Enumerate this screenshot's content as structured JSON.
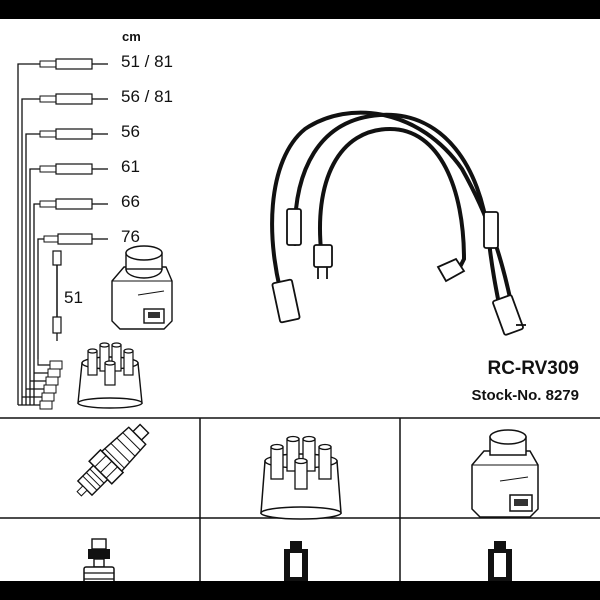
{
  "unit_label": "cm",
  "cables": [
    {
      "label": "51 / 81"
    },
    {
      "label": "56 / 81"
    },
    {
      "label": "56"
    },
    {
      "label": "61"
    },
    {
      "label": "66"
    },
    {
      "label": "76"
    }
  ],
  "vertical_cable_label": "51",
  "product_code": "RC-RV309",
  "stock_number": "Stock-No. 8279",
  "icons": [
    "spark-plug-icon",
    "distributor-cap-icon",
    "ignition-coil-icon",
    "plug-boot-icon",
    "cap-terminal-icon",
    "coil-terminal-icon"
  ]
}
